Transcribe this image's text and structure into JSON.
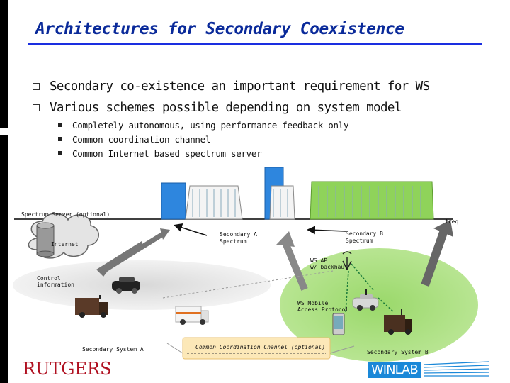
{
  "slide": {
    "title": "Architectures for Secondary Coexistence",
    "bullets": [
      "Secondary co-existence an important requirement for WS",
      "Various schemes possible depending on system model"
    ],
    "sub_bullets": [
      "Completely autonomous, using performance feedback only",
      "Common coordination channel",
      "Common Internet based spectrum server"
    ]
  },
  "diagram": {
    "spectrum_server": "Spectrum Server (optional)",
    "freq": "freq",
    "internet": "Internet",
    "secondary_a_spectrum_l1": "Secondary A",
    "secondary_a_spectrum_l2": "Spectrum",
    "secondary_b_spectrum_l1": "Secondary B",
    "secondary_b_spectrum_l2": "Spectrum",
    "ws_ap_l1": "WS AP",
    "ws_ap_l2": "w/ backhaul",
    "control_l1": "Control",
    "control_l2": "information",
    "ws_mobile_l1": "WS Mobile",
    "ws_mobile_l2": "Access Protocol",
    "secondary_system_a": "Secondary System A",
    "common_channel": "Common Coordination Channel (optional)",
    "secondary_system_b": "Secondary System B",
    "colors": {
      "blue_band": "#2e86de",
      "green_band": "#8fd35a",
      "title": "#0a2a9a"
    }
  },
  "footer": {
    "rutgers": "RUTGERS",
    "winlab": "WINLAB"
  }
}
